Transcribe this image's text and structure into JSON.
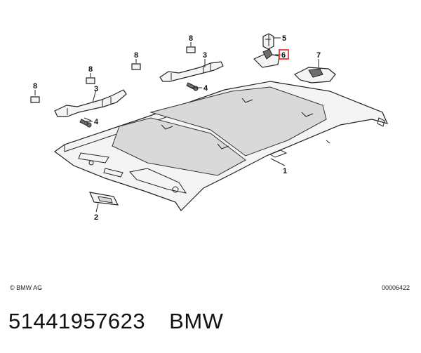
{
  "callouts": {
    "c1": "1",
    "c2": "2",
    "c3a": "3",
    "c3b": "3",
    "c4a": "4",
    "c4b": "4",
    "c5": "5",
    "c6": "6",
    "c7": "7",
    "c8a": "8",
    "c8b": "8",
    "c8c": "8",
    "c8d": "8"
  },
  "footer": {
    "copyright": "© BMW AG",
    "figure_ref": "00006422"
  },
  "caption": {
    "part_number": "51441957623",
    "brand": "BMW"
  },
  "colors": {
    "highlight": "#e02020",
    "line": "#222222"
  }
}
